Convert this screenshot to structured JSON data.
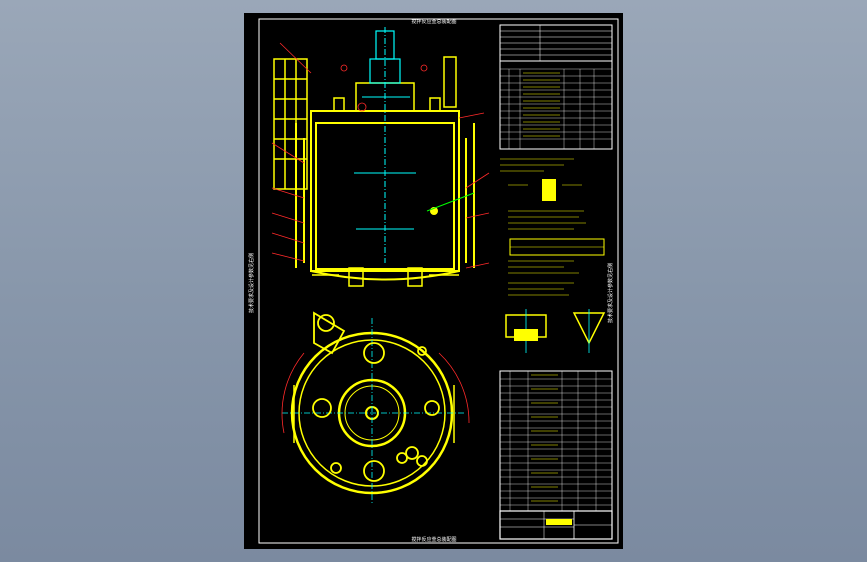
{
  "drawing": {
    "top_caption": "搅拌反应釜总装配图",
    "left_caption": "技术要求及设计参数见右侧",
    "right_caption": "技术要求及设计参数见右侧",
    "bottom_caption": "搅拌反应釜总装配图"
  },
  "colors": {
    "frame": "#ffffff",
    "outline": "#ffff00",
    "center_line": "#00ffff",
    "leader": "#ff2a2a",
    "hatch": "#00ff00",
    "text": "#ffffff"
  }
}
